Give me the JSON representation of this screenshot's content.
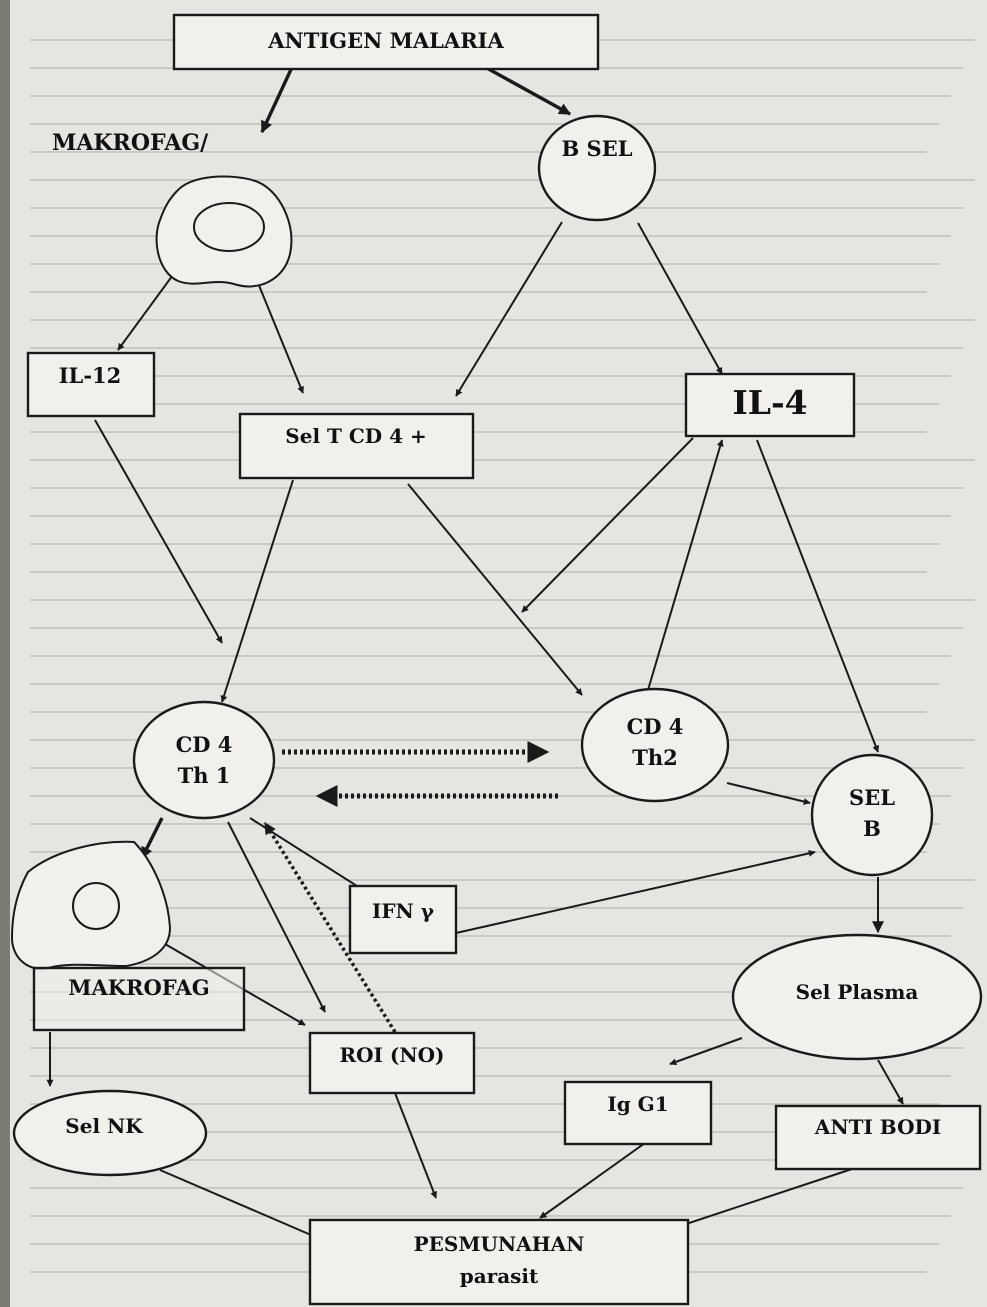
{
  "diagram": {
    "nodes": {
      "antigen_malaria": "ANTIGEN MALARIA",
      "makrofag_top": "MAKROFAG/",
      "b_sel": "B SEL",
      "il12": "IL-12",
      "il4": "IL-4",
      "sel_t_cd4": "Sel T CD 4 +",
      "cd4_th1_line1": "CD 4",
      "cd4_th1_line2": "Th 1",
      "cd4_th2_line1": "CD 4",
      "cd4_th2_line2": "Th2",
      "sel_b_line1": "SEL",
      "sel_b_line2": "B",
      "ifn_gamma": "IFN γ",
      "makrofag_bottom": "MAKROFAG",
      "sel_plasma": "Sel Plasma",
      "roi_no": "ROI (NO)",
      "ig_g1": "Ig G1",
      "anti_bodi": "ANTI BODI",
      "sel_nk": "Sel NK",
      "pesmunahan_line1": "PESMUNAHAN",
      "pesmunahan_line2": "parasit"
    }
  }
}
